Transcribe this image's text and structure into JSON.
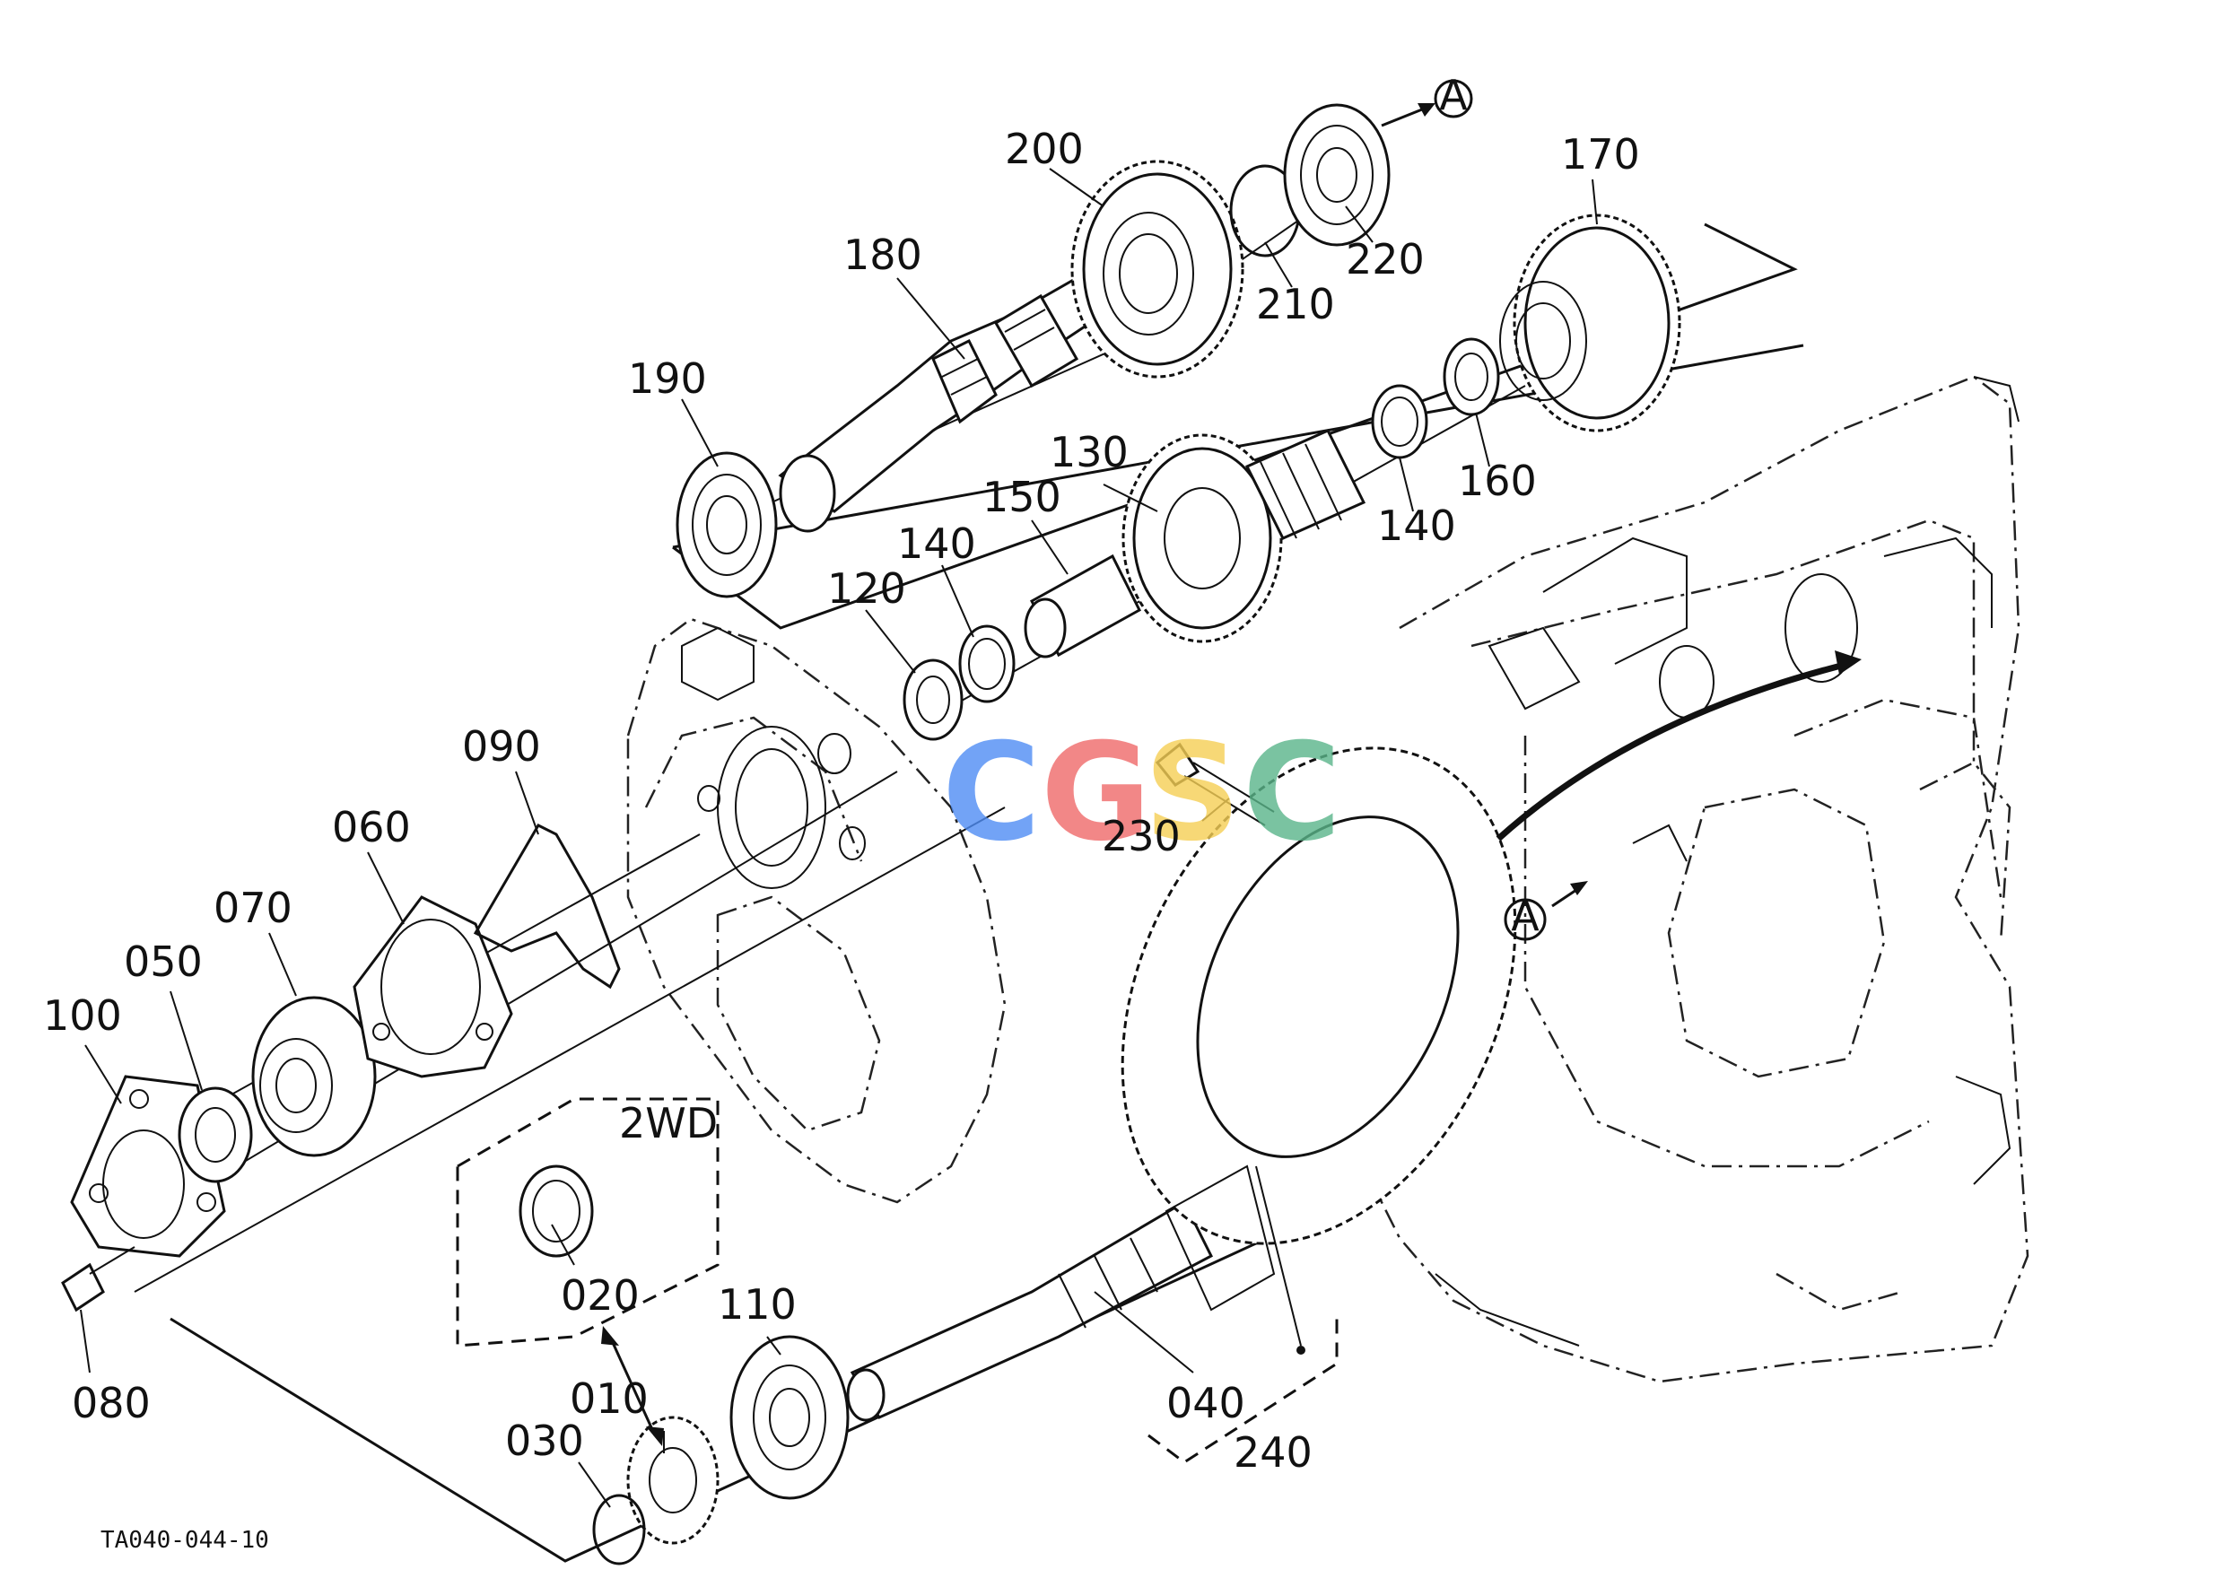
{
  "diagram": {
    "drawing_ref": "TA040-044-10",
    "box_label": "2WD",
    "arrow_ref": "A",
    "watermark": {
      "letters": [
        "C",
        "G",
        "S",
        "C"
      ],
      "colors": [
        "#4f8df5",
        "#ef6a6a",
        "#f6cf55",
        "#5ab58a"
      ]
    },
    "parts": [
      {
        "id": "010",
        "label": "010"
      },
      {
        "id": "020",
        "label": "020"
      },
      {
        "id": "030",
        "label": "030"
      },
      {
        "id": "040",
        "label": "040"
      },
      {
        "id": "050",
        "label": "050"
      },
      {
        "id": "060",
        "label": "060"
      },
      {
        "id": "070",
        "label": "070"
      },
      {
        "id": "080",
        "label": "080"
      },
      {
        "id": "090",
        "label": "090"
      },
      {
        "id": "100",
        "label": "100"
      },
      {
        "id": "110",
        "label": "110"
      },
      {
        "id": "120",
        "label": "120"
      },
      {
        "id": "130",
        "label": "130"
      },
      {
        "id": "140a",
        "label": "140"
      },
      {
        "id": "140b",
        "label": "140"
      },
      {
        "id": "150",
        "label": "150"
      },
      {
        "id": "160",
        "label": "160"
      },
      {
        "id": "170",
        "label": "170"
      },
      {
        "id": "180",
        "label": "180"
      },
      {
        "id": "190",
        "label": "190"
      },
      {
        "id": "200",
        "label": "200"
      },
      {
        "id": "210",
        "label": "210"
      },
      {
        "id": "220",
        "label": "220"
      },
      {
        "id": "230",
        "label": "230"
      },
      {
        "id": "240",
        "label": "240"
      }
    ]
  }
}
